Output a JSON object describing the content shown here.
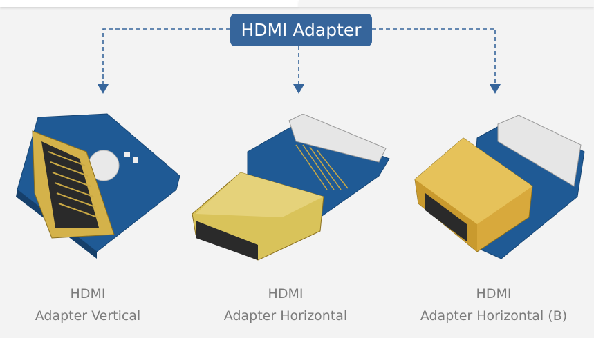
{
  "title": "HDMI Adapter",
  "colors": {
    "accent": "#36659b",
    "background": "#f3f3f3",
    "pcb": "#1f5a95",
    "gold": "#d9b64c"
  },
  "products": [
    {
      "line1": "HDMI",
      "line2": "Adapter Vertical"
    },
    {
      "line1": "HDMI",
      "line2": "Adapter Horizontal"
    },
    {
      "line1": "HDMI",
      "line2": "Adapter Horizontal (B)"
    }
  ]
}
